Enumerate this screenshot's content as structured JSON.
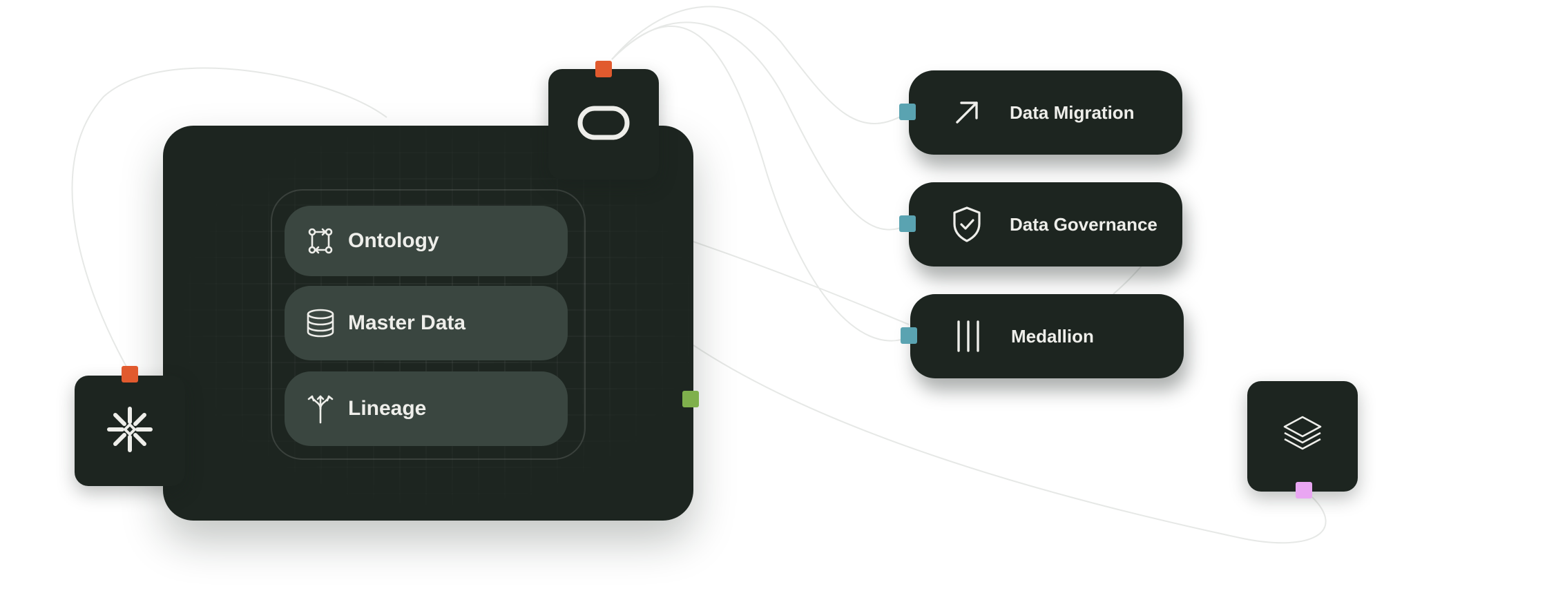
{
  "hub": {
    "items": [
      {
        "label": "Ontology",
        "icon": "ontology-icon"
      },
      {
        "label": "Master Data",
        "icon": "database-icon"
      },
      {
        "label": "Lineage",
        "icon": "lineage-icon"
      }
    ]
  },
  "nodes": [
    {
      "name": "oracle",
      "icon": "oracle-icon",
      "port_color": "#e15a2e"
    },
    {
      "name": "snowflake",
      "icon": "snowflake-icon",
      "port_color": "#e15a2e"
    },
    {
      "name": "databricks",
      "icon": "layers-icon",
      "port_color": "#e9a6f2"
    }
  ],
  "cards": [
    {
      "label": "Data Migration",
      "icon": "arrow-up-right-icon"
    },
    {
      "label": "Data Governance",
      "icon": "shield-check-icon"
    },
    {
      "label": "Medallion",
      "icon": "three-bars-icon"
    }
  ],
  "colors": {
    "node_bg": "#1d2520",
    "pill_bg": "#3a4640",
    "port_orange": "#e15a2e",
    "port_teal": "#5aa3b1",
    "port_green": "#7fb04c",
    "port_pink": "#e9a6f2",
    "wire": "#e6e8e6"
  }
}
